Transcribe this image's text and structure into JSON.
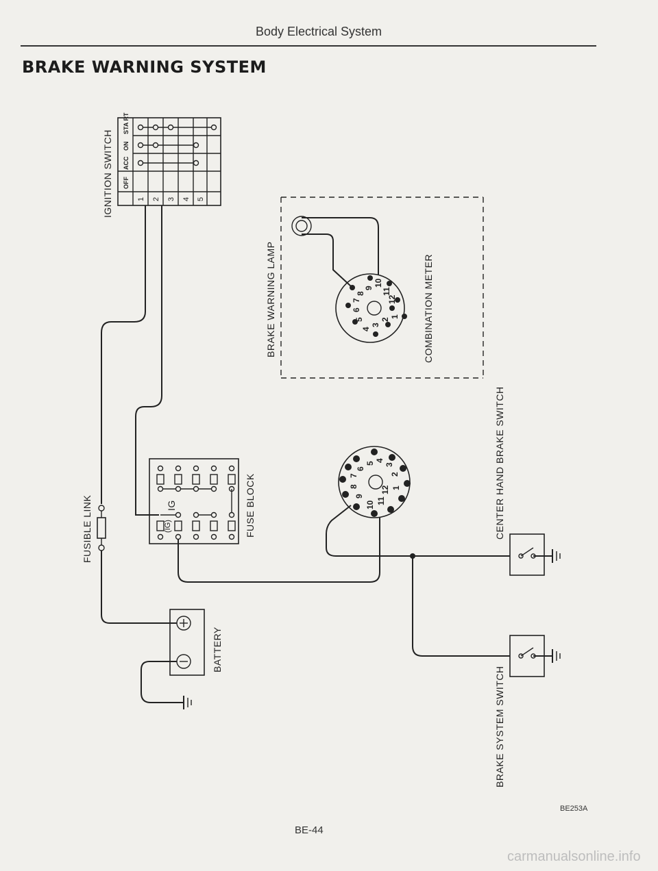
{
  "header": {
    "section": "Body Electrical System",
    "title": "BRAKE WARNING SYSTEM"
  },
  "labels": {
    "ignition_switch": "IGNITION SWITCH",
    "brake_warning_lamp": "BRAKE WARNING LAMP",
    "combination_meter": "COMBINATION METER",
    "fuse_block": "FUSE BLOCK",
    "fusible_link": "FUSIBLE LINK",
    "battery": "BATTERY",
    "center_hand_brake_switch": "CENTER HAND BRAKE SWITCH",
    "brake_system_switch": "BRAKE SYSTEM SWITCH",
    "fuse_ig": "IG",
    "fuse_ig_paren": "(IG)"
  },
  "ignition_positions": [
    "OFF",
    "ACC",
    "ON",
    "STA RT"
  ],
  "ignition_terminals": [
    "1",
    "2",
    "3",
    "4",
    "5"
  ],
  "connector_pins": [
    "1",
    "2",
    "3",
    "4",
    "5",
    "6",
    "7",
    "8",
    "9",
    "10",
    "11",
    "12"
  ],
  "footer": {
    "page_number": "BE-44",
    "figure_code": "BE253A",
    "watermark": "carmanualsonline.info"
  }
}
